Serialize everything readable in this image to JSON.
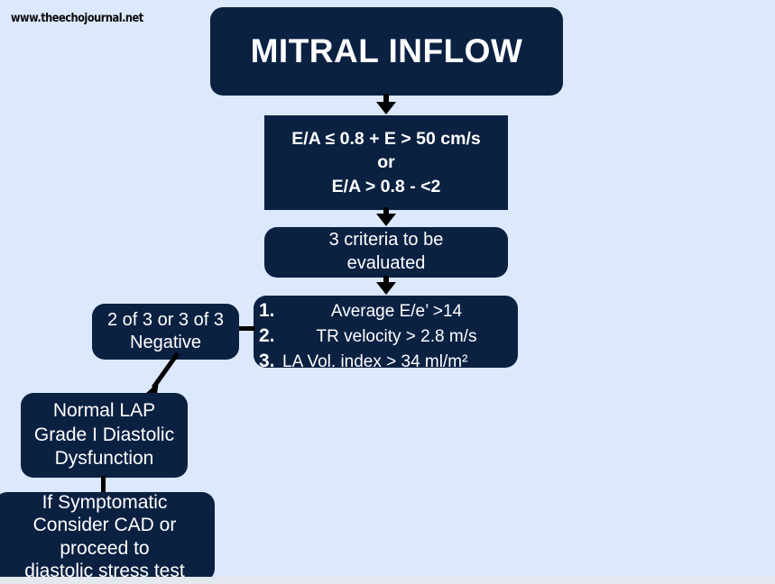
{
  "page": {
    "watermark": "www.theechojournal.net",
    "background_color": "#dce8fb",
    "node_color": "#0b2142",
    "text_color": "#ffffff",
    "connector_color": "#000000"
  },
  "flowchart": {
    "title": "MITRAL INFLOW",
    "criteria_definition": {
      "line1": "E/A ≤ 0.8 + E > 50 cm/s",
      "line2": "or",
      "line3": "E/A > 0.8 - <2"
    },
    "three_criteria": {
      "line1": "3 criteria to be",
      "line2": "evaluated"
    },
    "criteria_list": [
      {
        "number": "1.",
        "text": "Average E/e’ >14"
      },
      {
        "number": "2.",
        "text": "TR velocity > 2.8 m/s"
      },
      {
        "number": "3.",
        "text": "LA Vol. index > 34 ml/m²"
      }
    ],
    "negative_branch": {
      "line1": "2 of 3 or 3 of 3",
      "line2": "Negative"
    },
    "normal_lap": {
      "line1": "Normal LAP",
      "line2": "Grade I Diastolic",
      "line3": "Dysfunction"
    },
    "symptomatic": {
      "line1": "If Symptomatic",
      "line2": "Consider CAD or",
      "line3": "proceed to",
      "line4": "diastolic stress test"
    }
  }
}
